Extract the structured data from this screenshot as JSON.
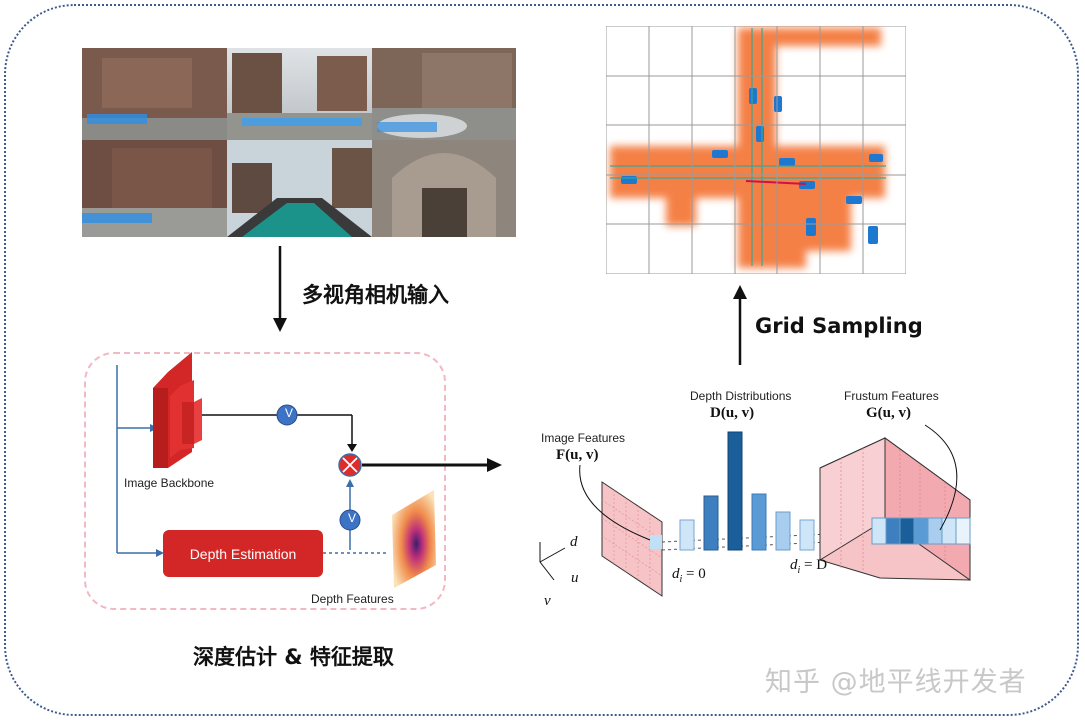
{
  "labels": {
    "camera_input": "多视角相机输入",
    "grid_sampling": "Grid Sampling",
    "bottom_caption": "深度估计 & 特征提取",
    "image_backbone": "Image Backbone",
    "depth_estimation": "Depth Estimation",
    "depth_features": "Depth Features",
    "image_features": "Image Features",
    "image_features_math": "F(u, v)",
    "depth_distributions": "Depth Distributions",
    "depth_distributions_math": "D(u, v)",
    "frustum_features": "Frustum Features",
    "frustum_features_math": "G(u, v)",
    "d_i_zero": "d",
    "d_i_zero_rest": " = 0",
    "d_i_D": "d",
    "d_i_D_rest": " = D",
    "axis_d": "d",
    "axis_u": "u",
    "axis_v": "v",
    "circle_v1": "V",
    "circle_v2": "V",
    "watermark": "知乎 @地平线开发者"
  },
  "colors": {
    "frame": "#3c5a8c",
    "red": "#d32626",
    "orange": "#f47a3c",
    "blue": "#1f6fb5",
    "pink": "#f7b7bf"
  }
}
